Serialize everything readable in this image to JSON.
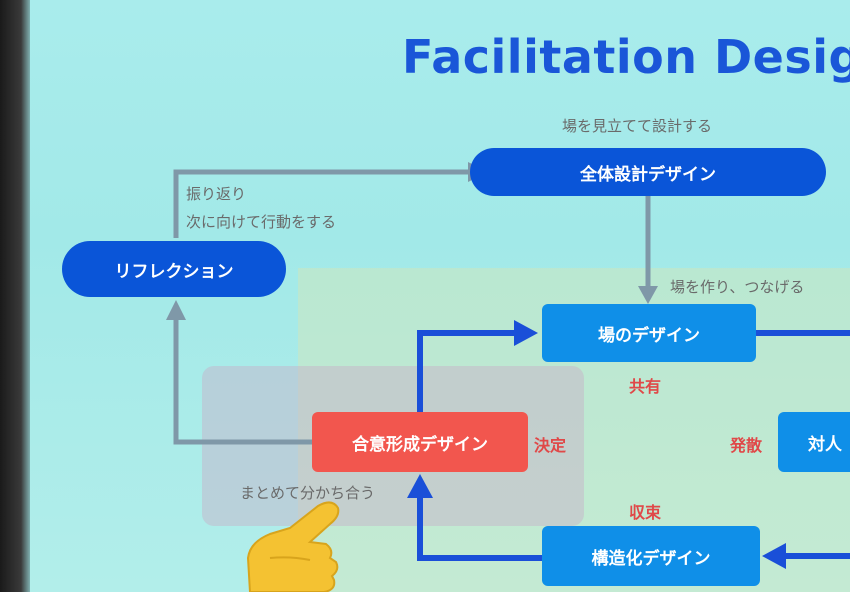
{
  "title": "Facilitation Desig",
  "nodes": {
    "overall": "全体設計デザイン",
    "reflection": "リフレクション",
    "place": "場のデザイン",
    "consensus": "合意形成デザイン",
    "structure": "構造化デザイン",
    "interpersonal": "対人"
  },
  "labels": {
    "overall_caption": "場を見立てて設計する",
    "reflect_line1": "振り返り",
    "reflect_line2": "次に向けて行動をする",
    "place_caption": "場を作り、つなげる",
    "consensus_caption": "まとめて分かち合う"
  },
  "phases": {
    "share": "共有",
    "decide": "決定",
    "diverge": "発散",
    "converge": "収束"
  },
  "colors": {
    "title": "#1a56d8",
    "dark_node": "#0a55d8",
    "light_node": "#0f8fe8",
    "red_node": "#f2564e",
    "grey_arrow": "#7f98a8",
    "blue_arrow": "#1a4fd8",
    "phase_text": "#e04848"
  }
}
